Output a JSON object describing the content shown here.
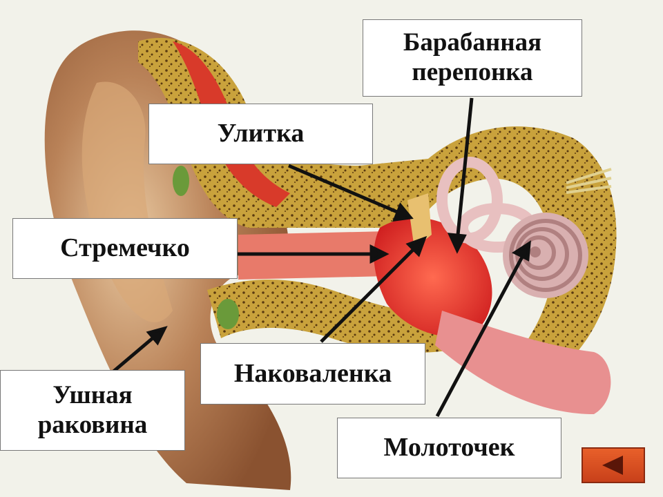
{
  "labels": {
    "tympanic_line1": "Барабанная",
    "tympanic_line2": "перепонка",
    "cochlea": "Улитка",
    "stapes": "Стремечко",
    "incus": "Наковаленка",
    "malleus": "Молоточек",
    "auricle_line1": "Ушная",
    "auricle_line2": "раковина"
  },
  "icons": {
    "back": "left-triangle-icon"
  },
  "colors": {
    "background": "#f2f2ea",
    "skin": "#b07850",
    "bone": "#c8a040",
    "tissue_red": "#e03030",
    "arrow": "#111111",
    "button": "#d8502a"
  }
}
